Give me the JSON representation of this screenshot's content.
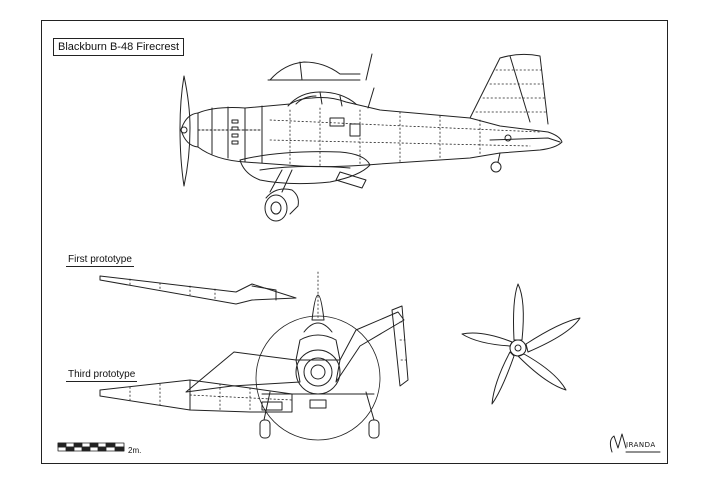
{
  "drawing": {
    "title": "Blackburn B-48 Firecrest",
    "wing_labels": {
      "first": "First prototype",
      "third": "Third prototype"
    },
    "scale": {
      "label": "2m.",
      "segments": 8
    },
    "signature": {
      "text": "IRANDA"
    }
  },
  "icons": {
    "side_view": "aircraft-side-view-icon",
    "front_view": "aircraft-front-view-icon",
    "propeller": "propeller-icon",
    "scale_bar": "scale-bar-icon"
  },
  "colors": {
    "line": "#222222",
    "paper": "#ffffff"
  }
}
